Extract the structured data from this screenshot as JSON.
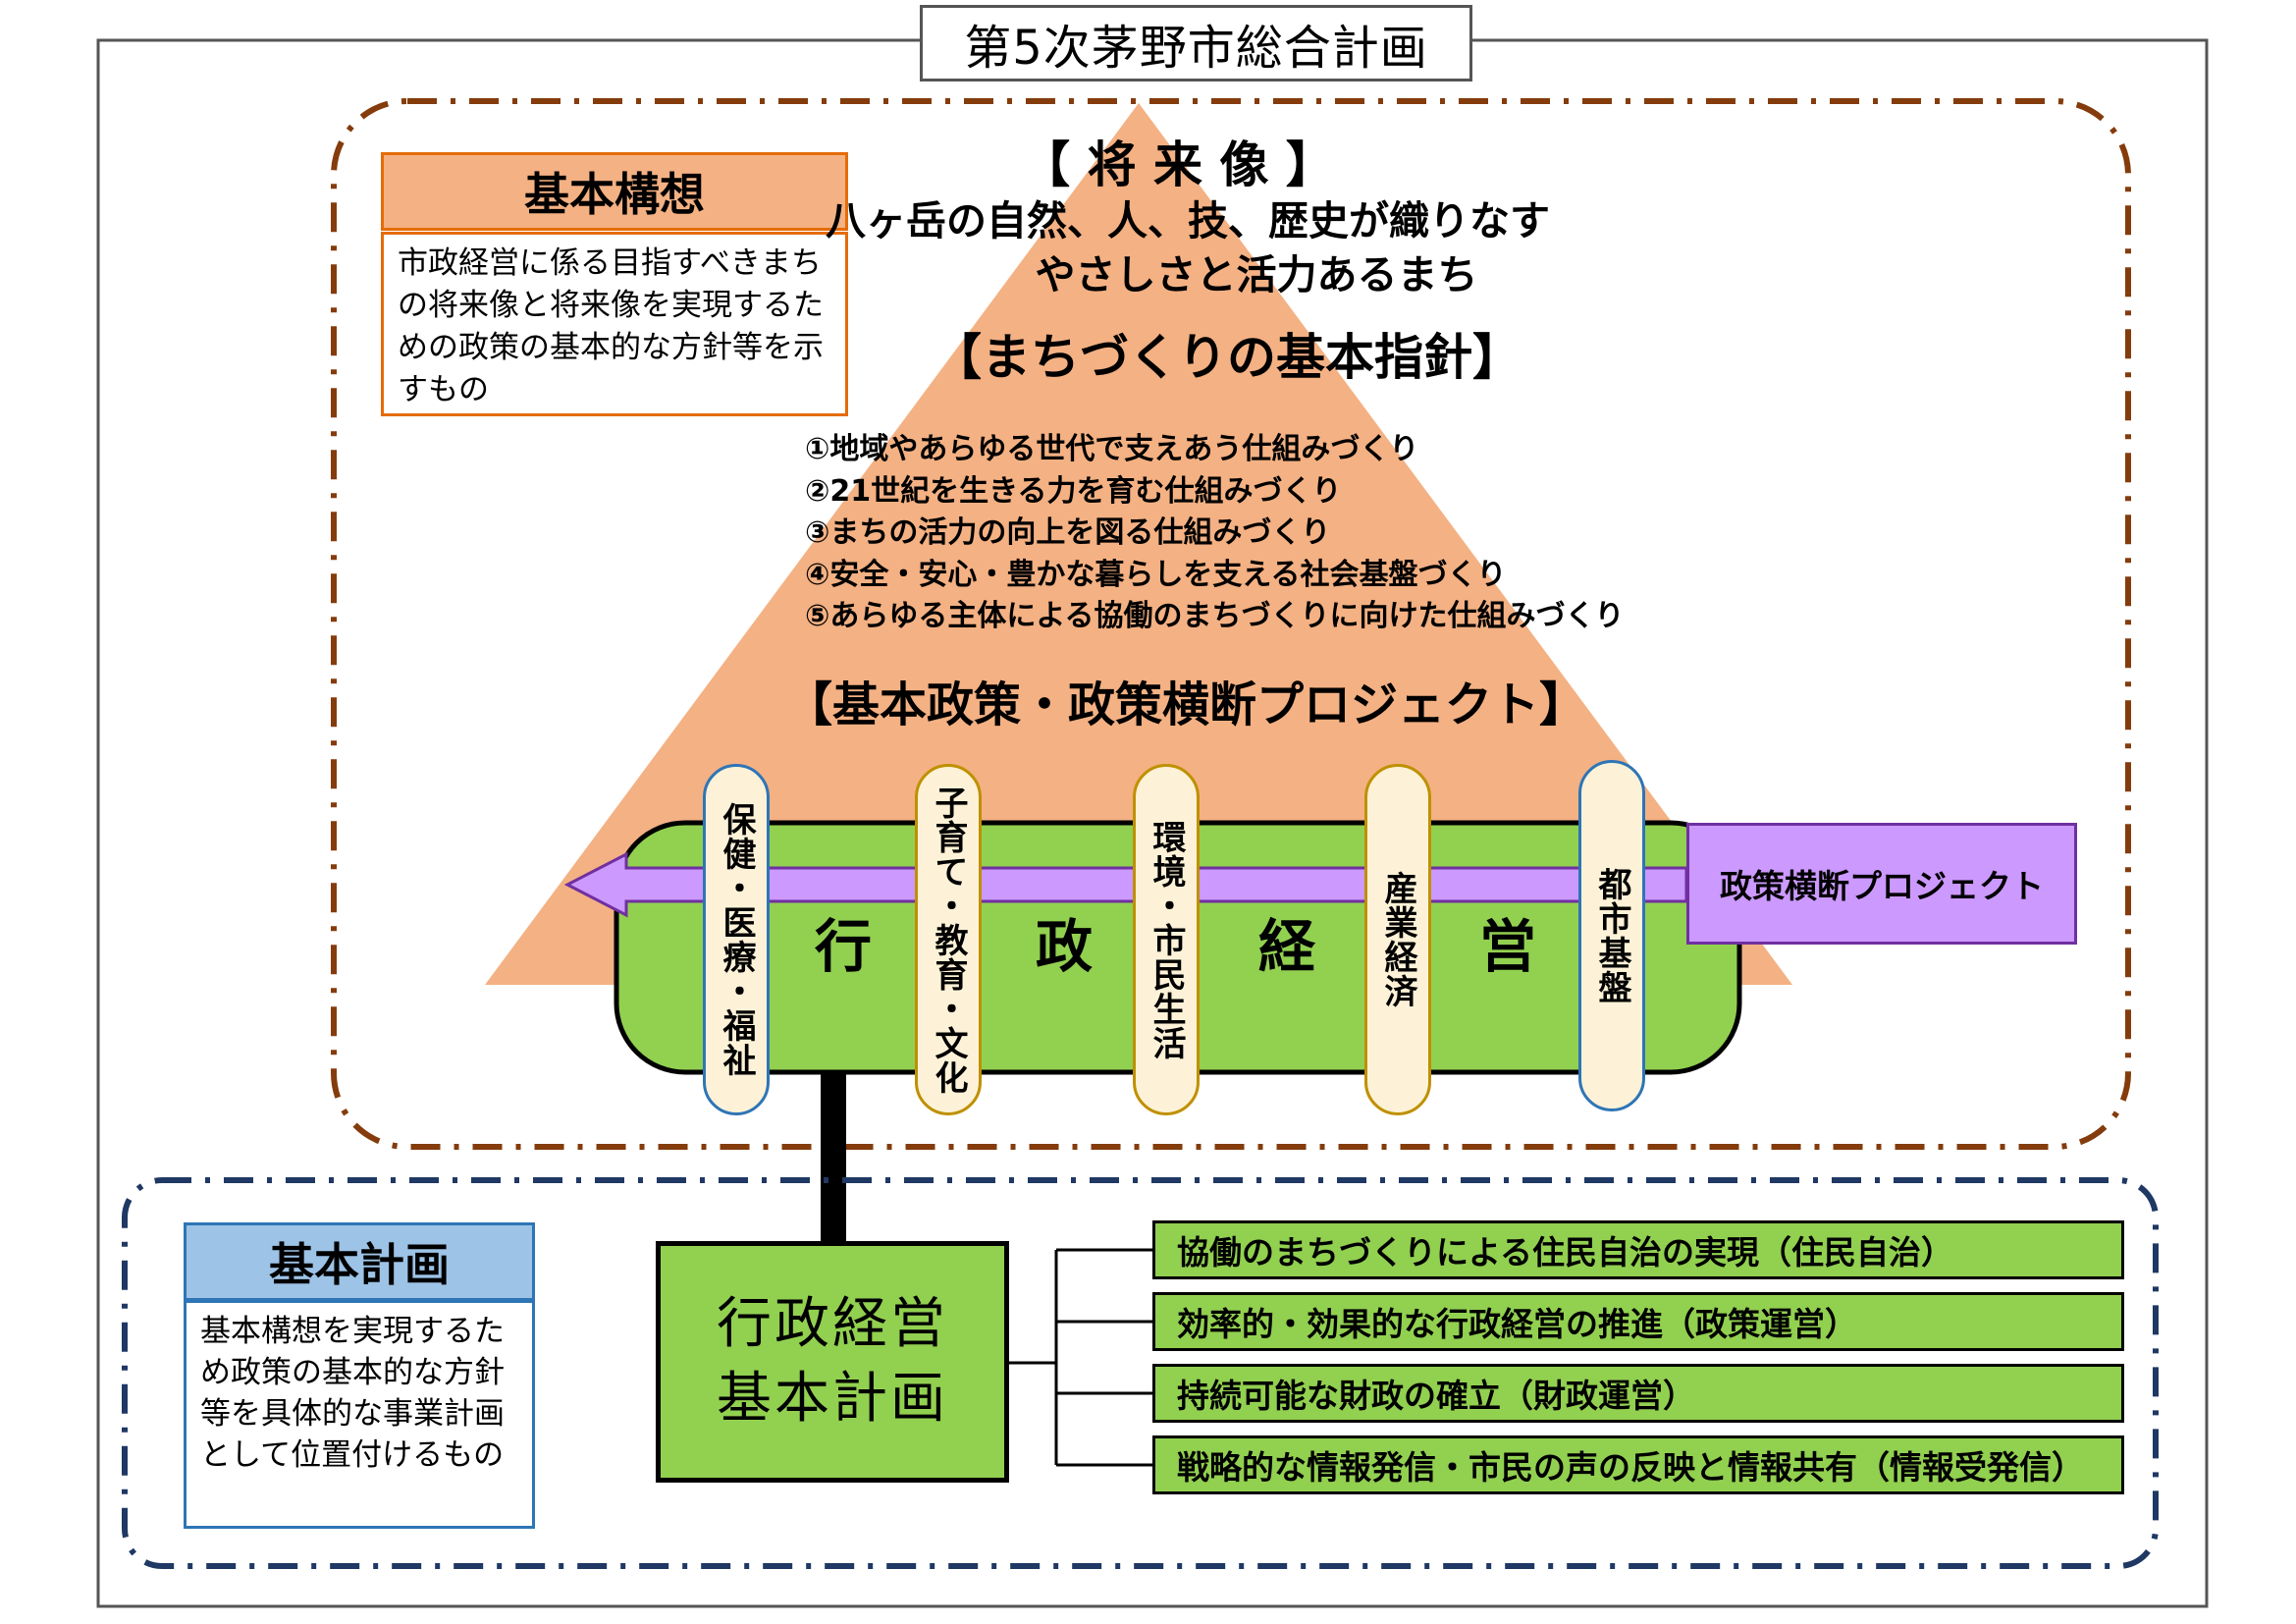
{
  "title": "第5次茅野市総合計画",
  "kihon_koso": {
    "heading": "基本構想",
    "description": "市政経営に係る目指すべきまちの将来像と将来像を実現するための政策の基本的な方針等を示すもの"
  },
  "shoraizo": {
    "heading": "【 将 来 像 】",
    "line1": "八ヶ岳の自然、人、技、歴史が織りなす",
    "line2": "やさしさと活力あるまち"
  },
  "kihon_shishin": {
    "heading": "【まちづくりの基本指針】",
    "items": [
      "①地域やあらゆる世代で支えあう仕組みづくり",
      "②21世紀を生きる力を育む仕組みづくり",
      "③まちの活力の向上を図る仕組みづくり",
      "④安全・安心・豊かな暮らしを支える社会基盤づくり",
      "⑤あらゆる主体による協働のまちづくりに向けた仕組みづくり"
    ]
  },
  "kihon_seisaku": {
    "heading": "【基本政策・政策横断プロジェクト】",
    "pillars": [
      "保健・医療・福祉",
      "子育て・教育・文化",
      "環境・市民生活",
      "産業経済",
      "都市基盤"
    ],
    "gyosei_chars": [
      "行",
      "政",
      "経",
      "営"
    ],
    "cross_project": "政策横断プロジェクト"
  },
  "kihon_keikaku": {
    "heading": "基本計画",
    "description": "基本構想を実現するため政策の基本的な方針等を具体的な事業計画として位置付けるもの",
    "main_box_line1": "行政経営",
    "main_box_line2": "基本計画",
    "sub_items": [
      "協働のまちづくりによる住民自治の実現（住民自治）",
      "効率的・効果的な行政経営の推進（政策運営）",
      "持続可能な財政の確立（財政運営）",
      "戦略的な情報発信・市民の声の反映と情報共有（情報受発信）"
    ]
  },
  "colors": {
    "pyramid": "#f4b183",
    "koso_header": "#f4b183",
    "koso_border": "#e46c0a",
    "dash_upper": "#843c0c",
    "dash_lower": "#1f3864",
    "keikaku_header": "#9dc3e6",
    "keikaku_border": "#2e75b6",
    "green": "#92d050",
    "purple": "#cc99ff",
    "purple_border": "#7030a0",
    "pillar_fill": "#fdf2d7",
    "pillar_border": "#bf9000"
  }
}
